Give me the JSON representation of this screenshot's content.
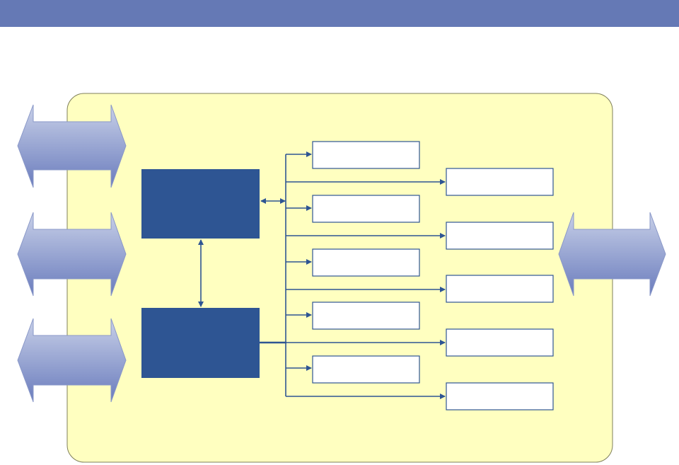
{
  "colors": {
    "header_bar": "#6579b5",
    "container_fill": "#ffffc0",
    "container_stroke": "#7f7f5a",
    "dark_block": "#2e5593",
    "connector": "#2e5593",
    "box_stroke": "#2e5593",
    "box_fill": "#ffffff",
    "arrow_light": "#c8d0e8",
    "arrow_dark": "#6a7cbd"
  },
  "header": {
    "title": ""
  },
  "left_arrows": [
    {
      "id": "left-arrow-1",
      "label": ""
    },
    {
      "id": "left-arrow-2",
      "label": ""
    },
    {
      "id": "left-arrow-3",
      "label": ""
    }
  ],
  "right_arrow": {
    "id": "right-arrow",
    "label": ""
  },
  "blocks": [
    {
      "id": "upper-block",
      "label": ""
    },
    {
      "id": "lower-block",
      "label": ""
    }
  ],
  "left_column_boxes": [
    {
      "label": ""
    },
    {
      "label": ""
    },
    {
      "label": ""
    },
    {
      "label": ""
    },
    {
      "label": ""
    }
  ],
  "right_column_boxes": [
    {
      "label": ""
    },
    {
      "label": ""
    },
    {
      "label": ""
    },
    {
      "label": ""
    },
    {
      "label": ""
    }
  ]
}
